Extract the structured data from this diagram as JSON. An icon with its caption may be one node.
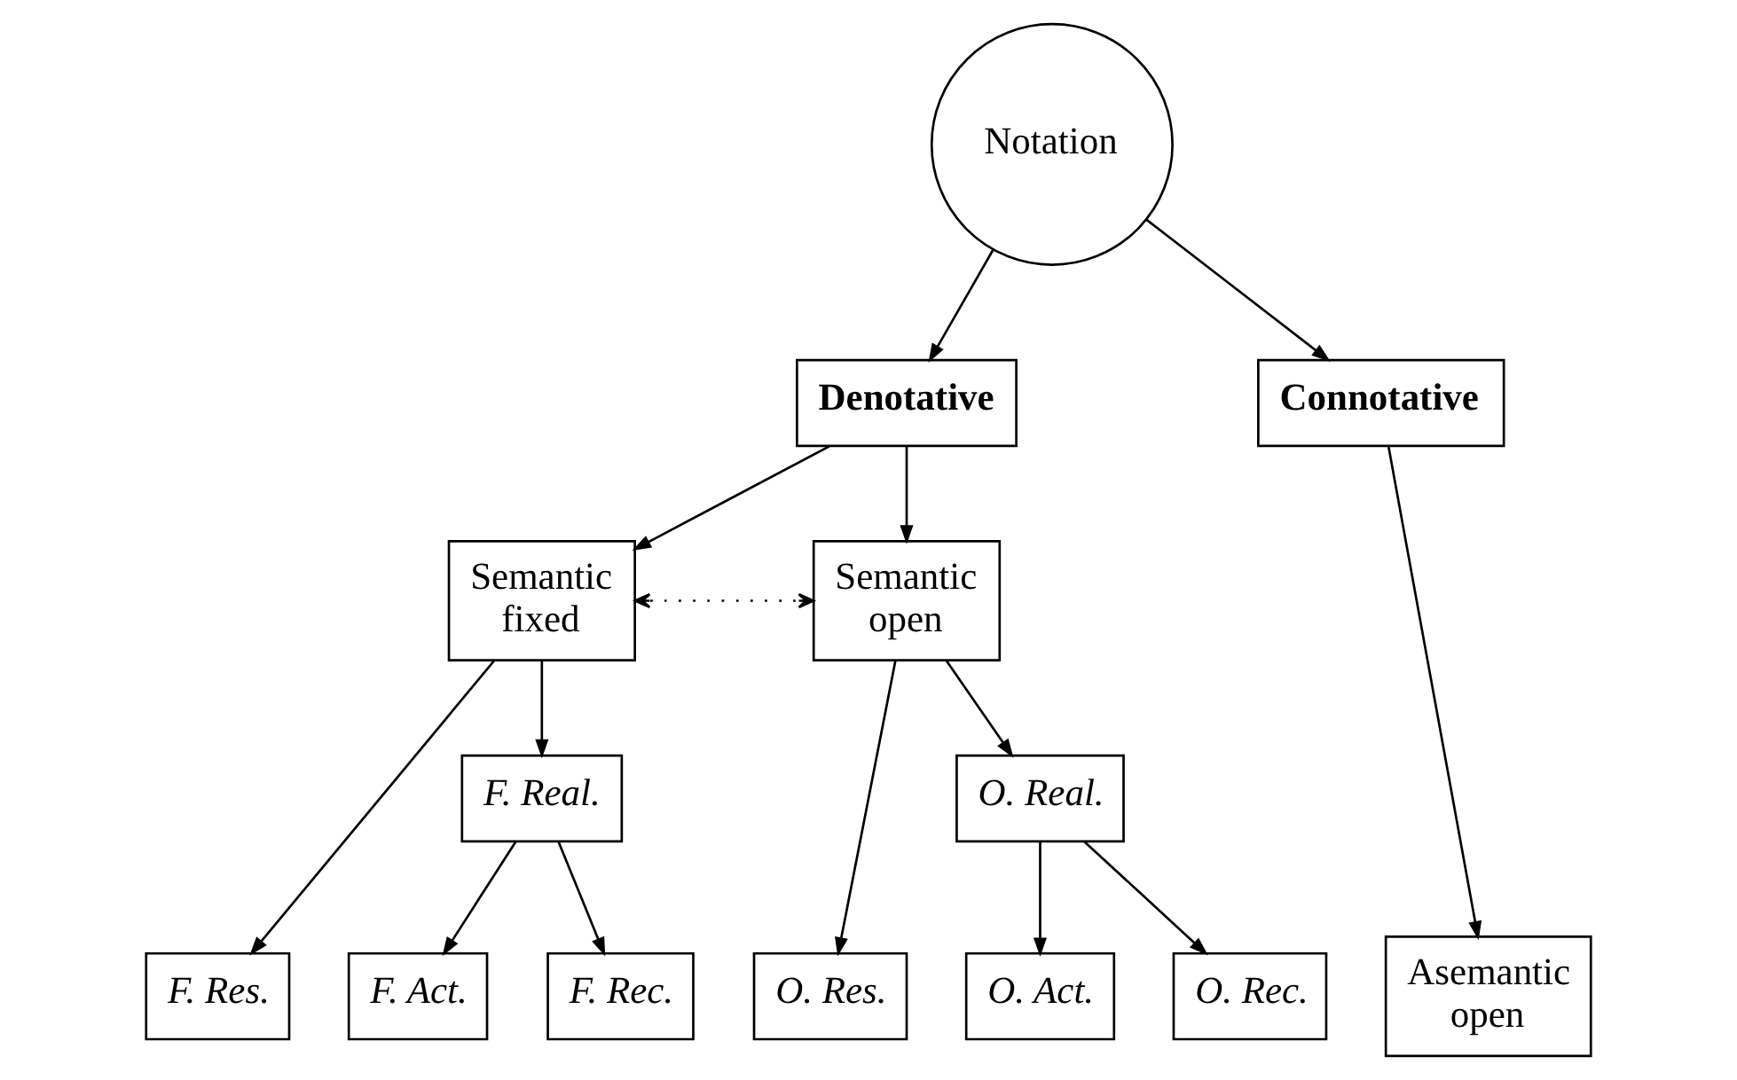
{
  "diagram": {
    "nodes": [
      {
        "text": [
          "Notation"
        ]
      },
      {
        "text": [
          "Denotative"
        ]
      },
      {
        "text": [
          "Connotative"
        ]
      },
      {
        "text": [
          "Semantic fixed"
        ]
      },
      {
        "text": [
          "Semantic open"
        ]
      },
      {
        "text": [
          "F. Res."
        ]
      },
      {
        "text": [
          "F. Real."
        ]
      },
      {
        "text": [
          "F. Act."
        ]
      },
      {
        "text": [
          "F. Rec."
        ]
      },
      {
        "text": [
          "O. Res."
        ]
      },
      {
        "text": [
          "O. Real."
        ]
      },
      {
        "text": [
          "O. Act."
        ]
      },
      {
        "text": [
          "O. Rec."
        ]
      },
      {
        "text": [
          "Asemantic open"
        ]
      }
    ],
    "edges": [
      {
        "from": 0,
        "to": 1,
        "arrow": "to"
      },
      {
        "from": 0,
        "to": 2,
        "arrow": "to"
      },
      {
        "from": 1,
        "to": 3,
        "arrow": "to"
      },
      {
        "from": 1,
        "to": 4,
        "arrow": "to"
      },
      {
        "from": 3,
        "to": 4,
        "arrow": "both",
        "style": "dashed"
      },
      {
        "from": 3,
        "to": 5,
        "arrow": "to"
      },
      {
        "from": 3,
        "to": 6,
        "arrow": "to"
      },
      {
        "from": 6,
        "to": 7,
        "arrow": "to"
      },
      {
        "from": 6,
        "to": 8,
        "arrow": "to"
      },
      {
        "from": 4,
        "to": 9,
        "arrow": "to"
      },
      {
        "from": 4,
        "to": 10,
        "arrow": "to"
      },
      {
        "from": 10,
        "to": 11,
        "arrow": "to"
      },
      {
        "from": 10,
        "to": 12,
        "arrow": "to"
      },
      {
        "from": 2,
        "to": 13,
        "arrow": "to"
      }
    ]
  }
}
